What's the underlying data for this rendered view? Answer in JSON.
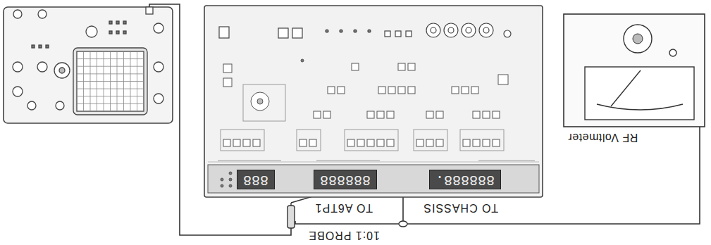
{
  "diagram": {
    "nodes": [
      {
        "text": [
          "RF Voltmeter"
        ]
      },
      {
        "text": [
          "888888."
        ]
      },
      {
        "text": [
          "888888"
        ]
      },
      {
        "text": [
          "888"
        ]
      }
    ],
    "labels": [
      "TO CHASSIS",
      "TO A6TP1",
      "10:1 PROBE"
    ]
  }
}
